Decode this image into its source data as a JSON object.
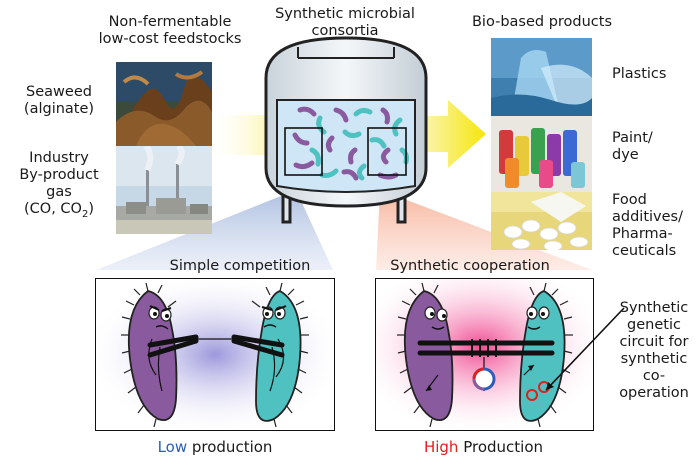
{
  "labels": {
    "feedstocks_title_1": "Non-fermentable",
    "feedstocks_title_2": "low-cost feedstocks",
    "consortia_title_1": "Synthetic microbial",
    "consortia_title_2": "consortia",
    "products_title": "Bio-based products",
    "seaweed_1": "Seaweed",
    "seaweed_2": "(alginate)",
    "industry_1": "Industry",
    "industry_2": "By-product",
    "industry_3": "gas",
    "industry_4": "(CO, CO",
    "industry_4_sub": "2",
    "industry_4_end": ")",
    "plastics": "Plastics",
    "paint_1": "Paint/",
    "paint_2": "dye",
    "food_1": "Food",
    "food_2": "additives/",
    "food_3": "Pharma-",
    "food_4": "ceuticals",
    "simple_competition": "Simple competition",
    "synthetic_cooperation": "Synthetic cooperation",
    "low_word": "Low",
    "low_rest": " production",
    "high_word": "High",
    "high_rest": " Production",
    "circuit_1": "Synthetic",
    "circuit_2": "genetic",
    "circuit_3": "circuit for",
    "circuit_4": "synthetic",
    "circuit_5": "co-",
    "circuit_6": "operation"
  },
  "colors": {
    "purple_microbe": "#8a5a9e",
    "teal_microbe": "#4fc1c0",
    "arrow_yellow": "#f5e60a",
    "low_blue": "#2e5cb8",
    "high_red": "#e0201c",
    "tank_fill": "#dfe8ee",
    "tank_liquid": "#cfe6f6"
  }
}
